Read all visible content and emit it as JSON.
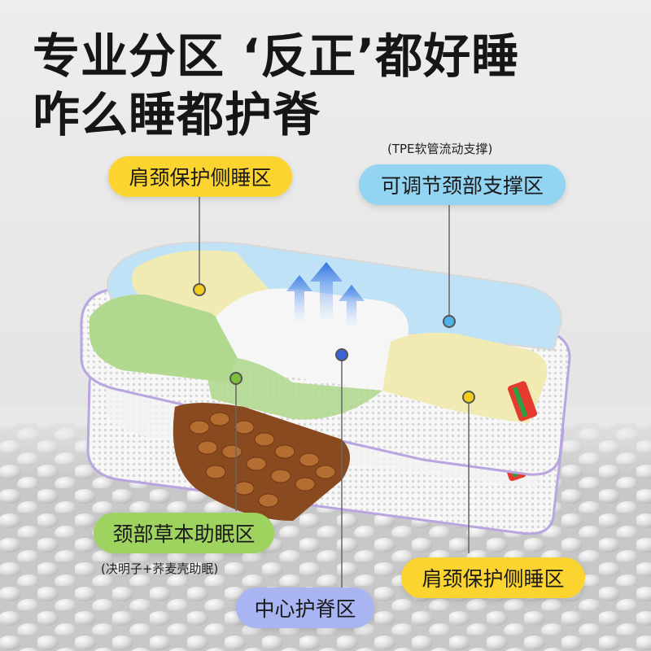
{
  "headline": {
    "line1": "专业分区 ‘反正’都好睡",
    "line2": "咋么睡都护脊"
  },
  "labels": {
    "shoulder_top": "肩颈保护侧睡区",
    "neck_adjust_note": "(TPE软管流动支撑)",
    "neck_adjust": "可调节颈部支撑区",
    "herbal": "颈部草本助眠区",
    "herbal_note": "(决明子+荞麦壳助眠)",
    "shoulder_bottom": "肩颈保护侧睡区",
    "center": "中心护脊区"
  },
  "colors": {
    "yellow_zone": "#fbd42f",
    "blue_zone": "#93d4f3",
    "green_zone": "#9fd35f",
    "center_zone": "#a9b4f2"
  }
}
